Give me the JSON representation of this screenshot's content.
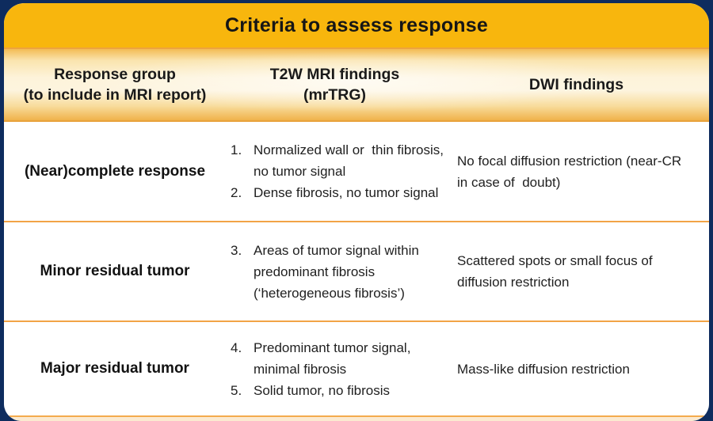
{
  "title": "Criteria to assess response",
  "columns": [
    {
      "line1": "Response group",
      "line2": "(to include in MRI report)"
    },
    {
      "line1": "T2W MRI findings",
      "line2": "(mrTRG)"
    },
    {
      "line1": "DWI findings",
      "line2": ""
    }
  ],
  "rows": [
    {
      "group": "(Near)complete response",
      "t2w": [
        {
          "num": "1.",
          "text": "Normalized wall or  thin fibrosis, no tumor signal"
        },
        {
          "num": "2.",
          "text": "Dense fibrosis, no tumor signal"
        }
      ],
      "dwi": "No focal diffusion restriction (near-CR in case of  doubt)"
    },
    {
      "group": "Minor residual tumor",
      "t2w": [
        {
          "num": "3.",
          "text": "Areas of tumor signal within predominant fibrosis (‘heterogeneous fibrosis’)"
        }
      ],
      "dwi": "Scattered spots or small focus of diffusion restriction"
    },
    {
      "group": "Major residual tumor",
      "t2w": [
        {
          "num": "4.",
          "text": "Predominant tumor signal, minimal fibrosis"
        },
        {
          "num": "5.",
          "text": "Solid tumor, no fibrosis"
        }
      ],
      "dwi": "Mass-like diffusion restriction"
    }
  ],
  "colors": {
    "frame_navy": "#0e2c5e",
    "title_band_amber": "#f8b60d",
    "separator_orange": "#f2a446",
    "header_gradient_light": "#fdf3da",
    "header_gradient_deep": "#f0b24b",
    "body_background": "#ffffff",
    "text_dark": "#1f1f1f",
    "footer_strip_peach": "#fbead0"
  }
}
